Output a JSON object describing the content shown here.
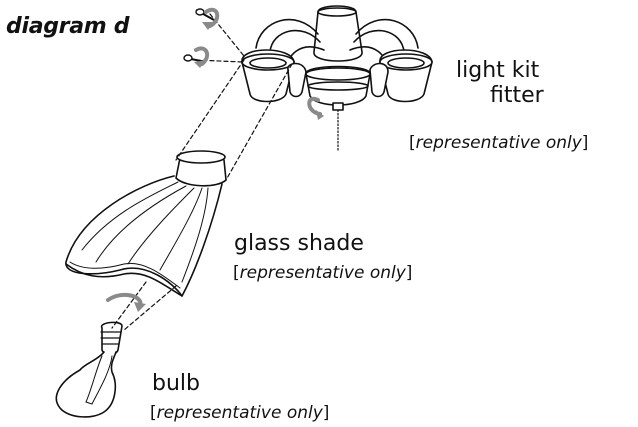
{
  "title": "diagram d",
  "labels": {
    "fitter_line1": "light kit",
    "fitter_line2": "fitter",
    "shade": "glass shade",
    "bulb": "bulb"
  },
  "notes": {
    "bracket_open": "[",
    "bracket_close": "]",
    "text": "representative only"
  },
  "colors": {
    "ink": "#111111",
    "arrow": "#8a8a8a",
    "background": "#ffffff"
  },
  "icons": [
    "screw-icon",
    "rotation-arrow-icon"
  ]
}
